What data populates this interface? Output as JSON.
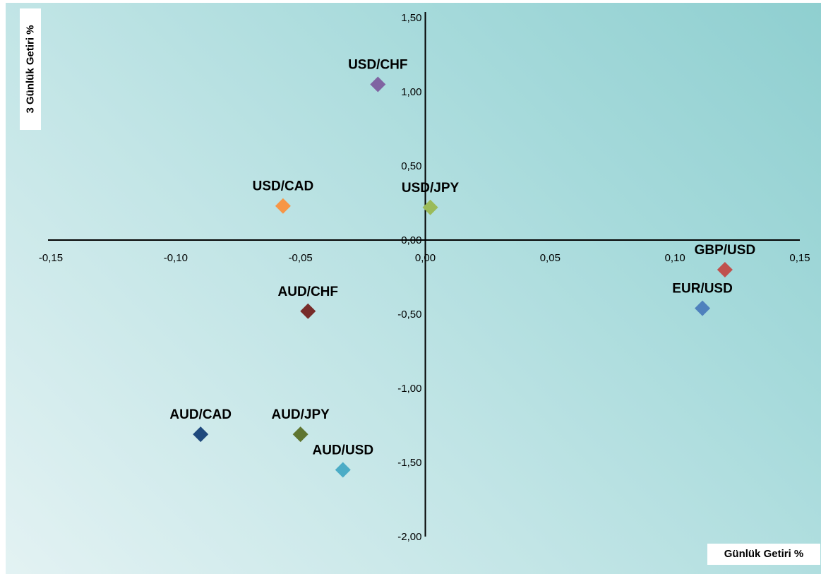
{
  "chart_data": {
    "type": "scatter",
    "xlabel": "Günlük Getiri %",
    "ylabel": "3 Günlük Getiri %",
    "xlim": [
      -0.15,
      0.15
    ],
    "ylim": [
      -2.0,
      1.5
    ],
    "x_ticks": [
      "-0,15",
      "-0,10",
      "-0,05",
      "0,00",
      "0,05",
      "0,10",
      "0,15"
    ],
    "y_ticks": [
      "1,50",
      "1,00",
      "0,50",
      "0,00",
      "-0,50",
      "-1,00",
      "-1,50",
      "-2,00"
    ],
    "grid": false,
    "points": [
      {
        "label": "USD/CHF",
        "x": -0.019,
        "y": 1.05,
        "color": "#8064a2"
      },
      {
        "label": "USD/CAD",
        "x": -0.057,
        "y": 0.23,
        "color": "#f79646"
      },
      {
        "label": "USD/JPY",
        "x": 0.002,
        "y": 0.22,
        "color": "#9bbb59"
      },
      {
        "label": "GBP/USD",
        "x": 0.12,
        "y": -0.2,
        "color": "#c0504d"
      },
      {
        "label": "EUR/USD",
        "x": 0.111,
        "y": -0.46,
        "color": "#4f81bd"
      },
      {
        "label": "AUD/CHF",
        "x": -0.047,
        "y": -0.48,
        "color": "#772c2a"
      },
      {
        "label": "AUD/CAD",
        "x": -0.09,
        "y": -1.31,
        "color": "#1f497d"
      },
      {
        "label": "AUD/JPY",
        "x": -0.05,
        "y": -1.31,
        "color": "#5f7530"
      },
      {
        "label": "AUD/USD",
        "x": -0.033,
        "y": -1.55,
        "color": "#4bacc6"
      }
    ]
  }
}
